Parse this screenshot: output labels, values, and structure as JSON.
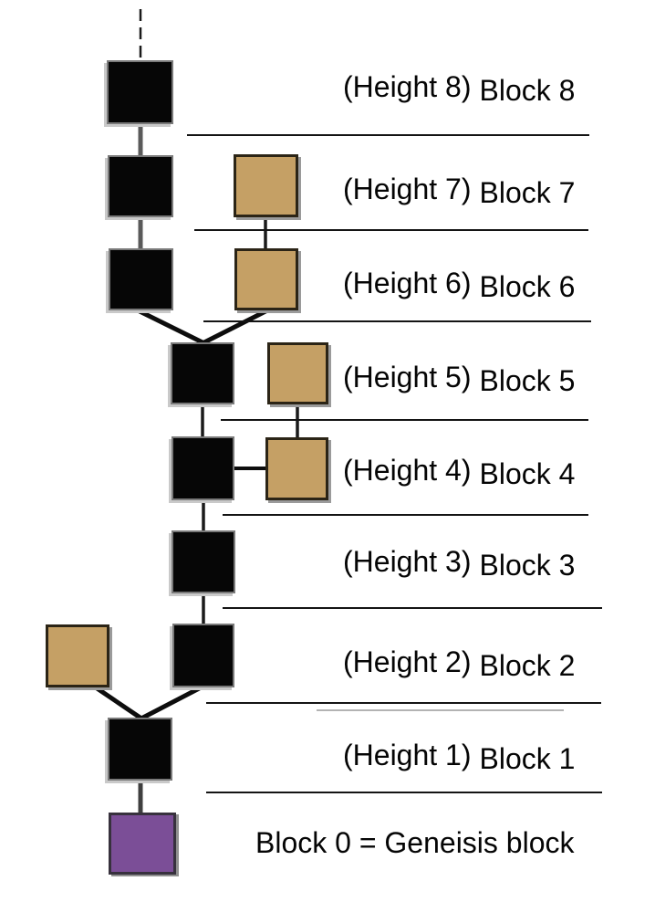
{
  "diagram": {
    "labels": [
      {
        "height": "(Height 8)",
        "block": "Block 8"
      },
      {
        "height": "(Height 7)",
        "block": "Block 7"
      },
      {
        "height": "(Height 6)",
        "block": "Block 6"
      },
      {
        "height": "(Height 5)",
        "block": "Block 5"
      },
      {
        "height": "(Height 4)",
        "block": "Block 4"
      },
      {
        "height": "(Height 3)",
        "block": "Block 3"
      },
      {
        "height": "(Height 2)",
        "block": "Block 2"
      },
      {
        "height": "(Height 1)",
        "block": "Block 1"
      }
    ],
    "genesis_label": "Block 0 = Geneisis block",
    "colors": {
      "main_chain_block": "#060606",
      "fork_block": "#C5A065",
      "genesis_block": "#7B4E97",
      "divider_line": "#141414",
      "secondary_line": "#9a9a9a"
    },
    "chain": {
      "main_chain_heights": [
        1,
        2,
        3,
        4,
        5,
        6,
        7,
        8
      ],
      "fork_block_heights": [
        2,
        4,
        5,
        6,
        7
      ],
      "genesis_height": 0
    }
  }
}
